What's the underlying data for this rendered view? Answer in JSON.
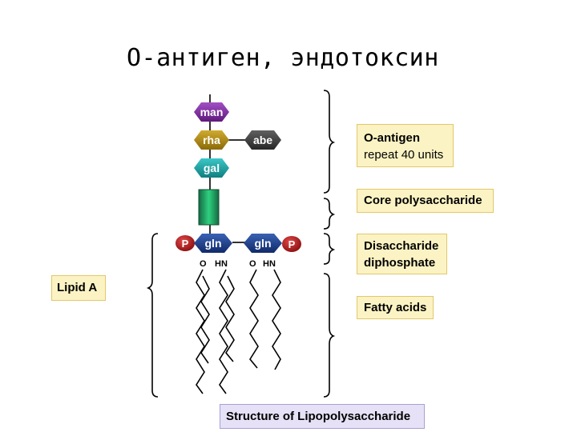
{
  "title": "O-антиген, эндотоксин",
  "sugars": {
    "man": "man",
    "rha": "rha",
    "abe": "abe",
    "gal": "gal",
    "gln_left": "gln",
    "gln_right": "gln",
    "p_left": "P",
    "p_right": "P"
  },
  "bond_labels": {
    "o_left": "O",
    "hn_left": "HN",
    "o_right": "O",
    "hn_right": "HN"
  },
  "labels": {
    "o_antigen_title": "O-antigen",
    "o_antigen_sub": "repeat 40 units",
    "core": "Core polysaccharide",
    "disaccharide_line1": "Disaccharide",
    "disaccharide_line2": "diphosphate",
    "fatty_acids": "Fatty acids",
    "lipid_a": "Lipid A"
  },
  "caption": "Structure of Lipopolysaccharide",
  "colors": {
    "man": "#7b2a9c",
    "rha": "#b08a12",
    "abe": "#3c3c3c",
    "gal": "#17a3a3",
    "core_block": "#1f8f5c",
    "gln": "#1a3e8c",
    "phosphate": "#b01818",
    "label_fill": "#fbf3c3",
    "caption_fill": "#e6e1f6"
  }
}
